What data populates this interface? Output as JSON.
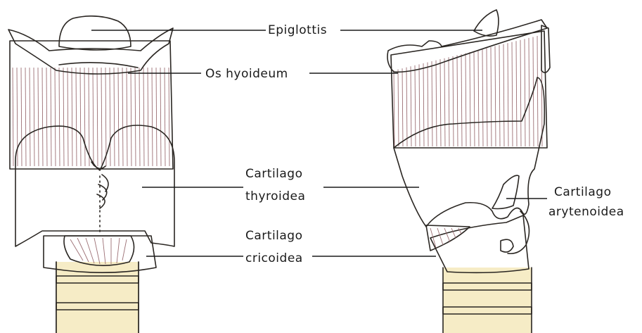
{
  "colors": {
    "cartilage": "#f6ecc6",
    "muscle": "#e7b9bd",
    "muscle_stroke": "#9c6f74",
    "ink": "#2a2622",
    "background": "#ffffff"
  },
  "labels": {
    "epiglottis": "Epiglottis",
    "os_hyoideum": "Os hyoideum",
    "thyroidea_line1": "Cartilago",
    "thyroidea_line2": "thyroidea",
    "cricoidea_line1": "Cartilago",
    "cricoidea_line2": "cricoidea",
    "arytenoidea_line1": "Cartilago",
    "arytenoidea_line2": "arytenoidea"
  }
}
